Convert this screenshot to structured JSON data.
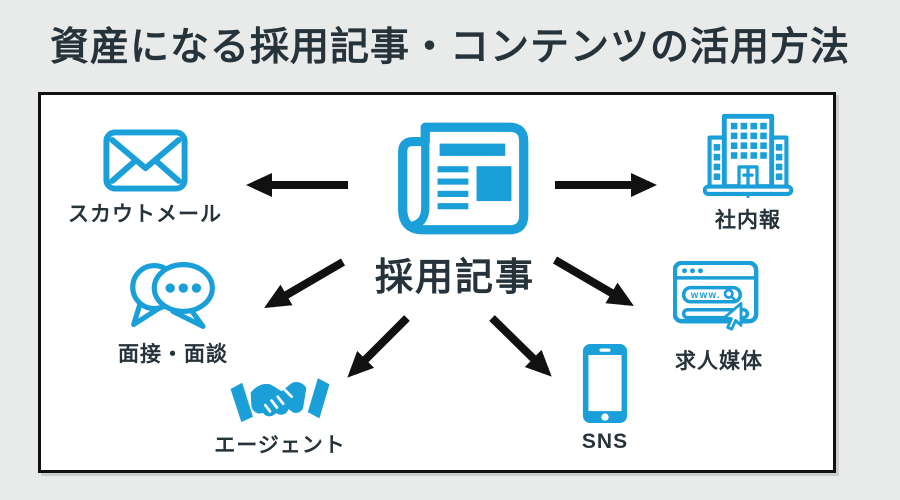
{
  "title": "資産になる採用記事・コンテンツの活用方法",
  "center": {
    "label": "採用記事",
    "icon": "newspaper-icon"
  },
  "nodes": {
    "scout_mail": {
      "label": "スカウトメール",
      "icon": "mail-icon"
    },
    "newsletter": {
      "label": "社内報",
      "icon": "building-icon"
    },
    "interview": {
      "label": "面接・面談",
      "icon": "speech-bubbles-icon"
    },
    "job_media": {
      "label": "求人媒体",
      "icon": "browser-icon",
      "url_text": "www."
    },
    "agent": {
      "label": "エージェント",
      "icon": "handshake-icon"
    },
    "sns": {
      "label": "SNS",
      "icon": "smartphone-icon"
    }
  },
  "relations": [
    {
      "from": "採用記事",
      "to": "スカウトメール"
    },
    {
      "from": "採用記事",
      "to": "社内報"
    },
    {
      "from": "採用記事",
      "to": "面接・面談"
    },
    {
      "from": "採用記事",
      "to": "求人媒体"
    },
    {
      "from": "採用記事",
      "to": "エージェント"
    },
    {
      "from": "採用記事",
      "to": "SNS"
    }
  ],
  "colors": {
    "accent": "#1b9fd8",
    "text": "#26333b",
    "arrow": "#111111",
    "page_bg": "#e9eaea",
    "panel_bg": "#ffffff",
    "border": "#111111"
  }
}
